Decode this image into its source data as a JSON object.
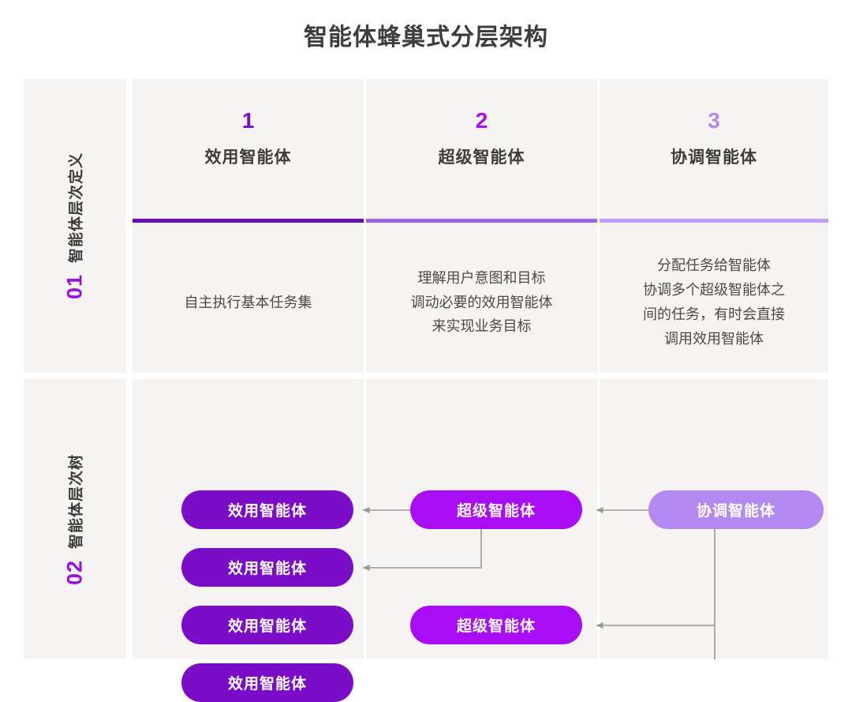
{
  "title": "智能体蜂巢式分层架构",
  "colors": {
    "utility": "#7B0DC8",
    "super": "#A80DF5",
    "coordinator": "#B388F0",
    "panel_bg": "#f5f4f2",
    "page_bg": "#ffffff",
    "text": "#3d3d3d",
    "accent": "#9B0FE0",
    "connector": "#9a9a9a"
  },
  "rows": [
    {
      "number": "01",
      "label": "智能体层次定义"
    },
    {
      "number": "02",
      "label": "智能体层次树"
    }
  ],
  "columns": [
    {
      "number": "1",
      "name": "效用智能体",
      "number_color": "#7B0DC8",
      "rule_color": "#6A0DAD",
      "description_lines": [
        "自主执行基本任务集"
      ]
    },
    {
      "number": "2",
      "name": "超级智能体",
      "number_color": "#A80DF5",
      "rule_color": "#9966E8",
      "description_lines": [
        "理解用户意图和目标",
        "调动必要的效用智能体",
        "来实现业务目标"
      ]
    },
    {
      "number": "3",
      "name": "协调智能体",
      "number_color": "#B388F0",
      "rule_color": "#C0A0F5",
      "description_lines": [
        "分配任务给智能体",
        "协调多个超级智能体之",
        "间的任务，有时会直接",
        "调用效用智能体"
      ]
    }
  ],
  "tree": {
    "utility_nodes": [
      {
        "label": "效用智能体"
      },
      {
        "label": "效用智能体"
      },
      {
        "label": "效用智能体"
      },
      {
        "label": "效用智能体"
      }
    ],
    "super_nodes": [
      {
        "label": "超级智能体"
      },
      {
        "label": "超级智能体"
      }
    ],
    "coordinator_nodes": [
      {
        "label": "协调智能体"
      }
    ]
  }
}
